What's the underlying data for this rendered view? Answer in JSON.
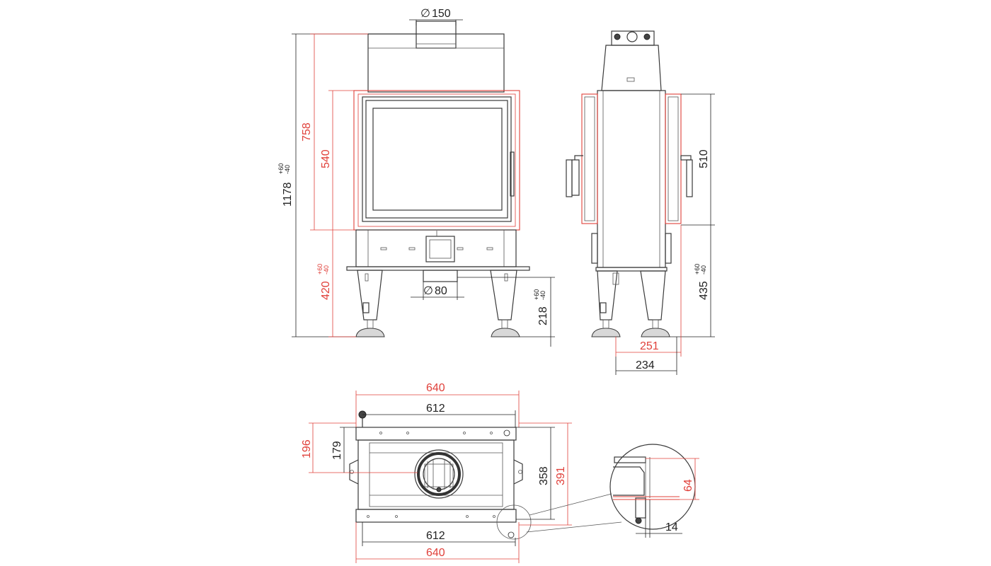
{
  "front_view": {
    "flue_diameter": "150",
    "air_inlet_diameter": "80",
    "total_height": "1178",
    "total_height_tol_plus": "+60",
    "total_height_tol_minus": "-40",
    "body_height": "758",
    "glass_height": "540",
    "leg_height": "420",
    "leg_height_tol_plus": "+60",
    "leg_height_tol_minus": "-40",
    "inlet_height": "218",
    "inlet_height_tol_plus": "+60",
    "inlet_height_tol_minus": "-40"
  },
  "side_view": {
    "door_height": "510",
    "base_height": "435",
    "base_height_tol_plus": "+60",
    "base_height_tol_minus": "-40",
    "depth_red": "251",
    "depth_black": "234"
  },
  "top_view": {
    "frame_width_top": "640",
    "inner_width_top": "612",
    "inner_width_bottom": "612",
    "frame_width_bottom": "640",
    "offset_red": "196",
    "offset_black": "179",
    "depth_black": "358",
    "depth_red": "391"
  },
  "detail_view": {
    "frame_height": "64",
    "frame_offset": "14"
  },
  "symbols": {
    "diameter": "∅"
  }
}
